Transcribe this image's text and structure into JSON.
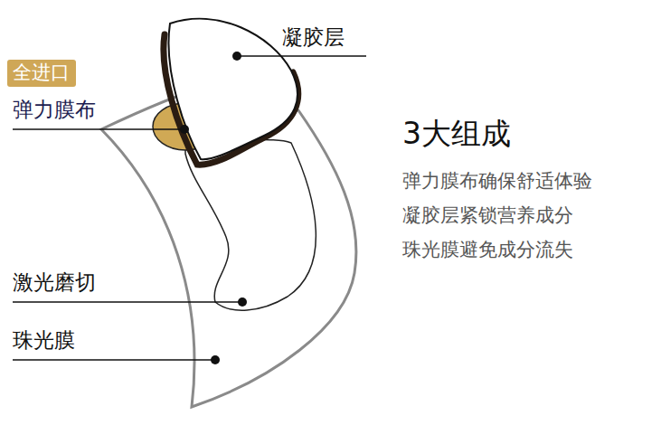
{
  "diagram": {
    "title": "3大组成",
    "nodes": [
      {
        "text": [
          "全进口"
        ]
      }
    ],
    "labels": [
      "凝胶层",
      "弹力膜布",
      "激光磨切",
      "珠光膜",
      "弹力膜布确保舒适体验",
      "凝胶层紧锁营养成分",
      "珠光膜避免成分流失"
    ]
  }
}
